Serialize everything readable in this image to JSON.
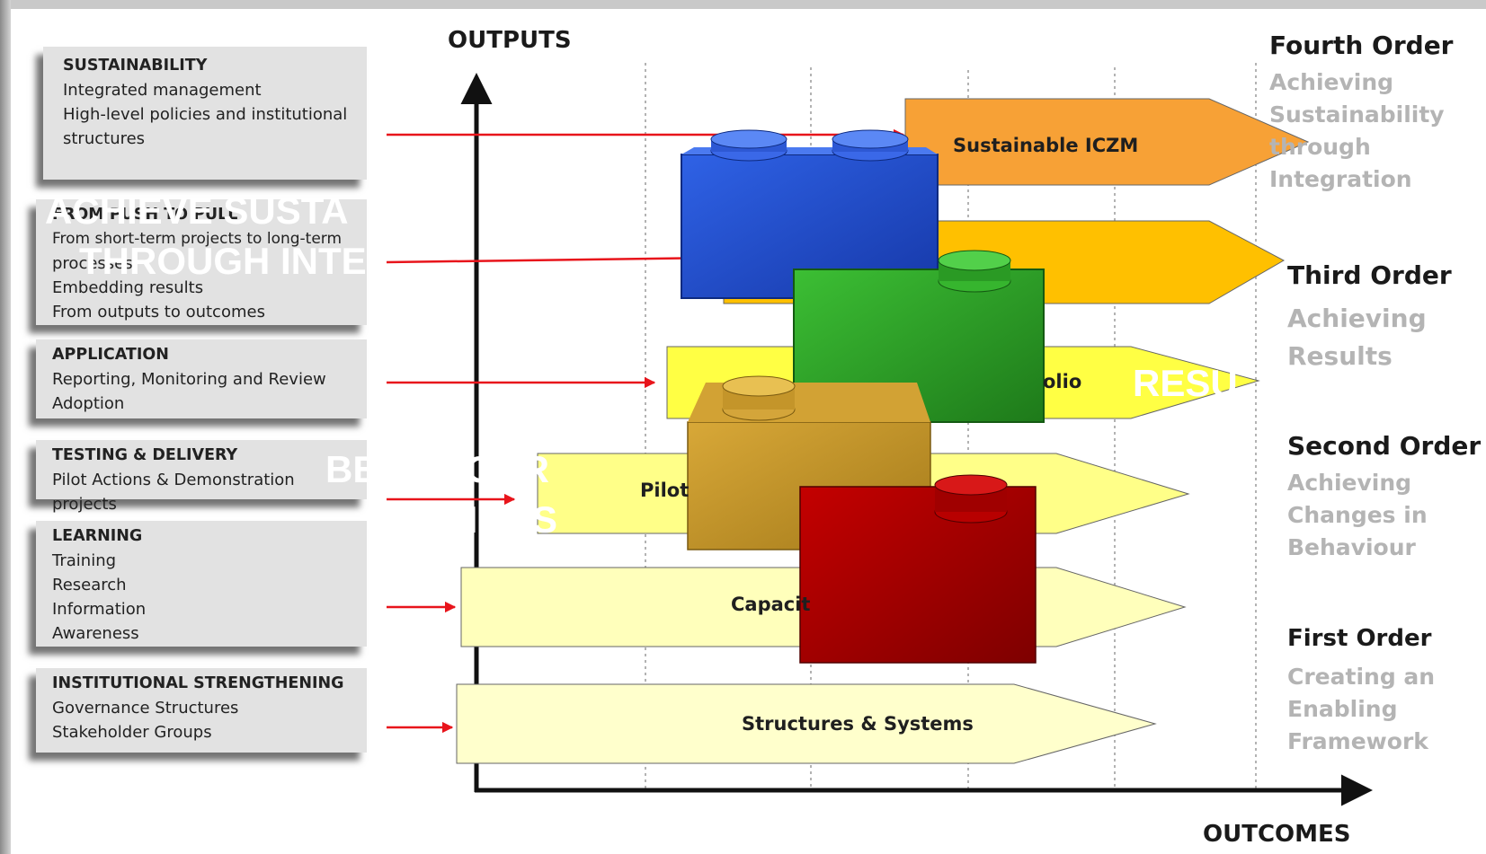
{
  "left_boxes": [
    {
      "title": "SUSTAINABILITY",
      "lines": [
        "Integrated management",
        "High-level policies and institutional",
        "structures"
      ]
    },
    {
      "title": "FROM PUSH TO PULL",
      "lines": [
        "From short-term projects to long-term",
        "processes",
        "Embedding results",
        "From outputs to outcomes"
      ]
    },
    {
      "title": "APPLICATION",
      "lines": [
        "Reporting, Monitoring and Review",
        "Adoption"
      ]
    },
    {
      "title": "TESTING  & DELIVERY",
      "lines": [
        "Pilot Actions & Demonstration projects"
      ]
    },
    {
      "title": "LEARNING",
      "lines": [
        "Training",
        "Research",
        "Information",
        "Awareness"
      ]
    },
    {
      "title": "INSTITUTIONAL STRENGTHENING",
      "lines": [
        "Governance Structures",
        "Stakeholder Groups"
      ]
    }
  ],
  "axes": {
    "y_label": "OUTPUTS",
    "x_label": "OUTCOMES"
  },
  "arrows": [
    {
      "label": "Sustainable ICZM",
      "color": "#f7a136"
    },
    {
      "label": "olio",
      "color": "#ffff44"
    },
    {
      "label": "Pilot",
      "color": "#ffff88"
    },
    {
      "label": "Capacit",
      "color": "#ffffbb"
    },
    {
      "label": "Structures & Systems",
      "color": "#ffffcc"
    }
  ],
  "orders": [
    {
      "title": "Fourth Order",
      "subtitle": [
        "Achieving",
        "Sustainability",
        "through",
        "Integration"
      ]
    },
    {
      "title": "Third Order",
      "subtitle": [
        "Achieving",
        "Results"
      ]
    },
    {
      "title": "Second Order",
      "subtitle": [
        "Achieving",
        "Changes in",
        "Behaviour"
      ]
    },
    {
      "title": "First Order",
      "subtitle": [
        "Creating an",
        "Enabling",
        "Framework"
      ]
    }
  ],
  "overlay_text": {
    "line1": "ACHIEVE SUSTA",
    "line2": "THROUGH INTE",
    "results": "RESU",
    "behaviour": "BEHAVIOUR",
    "changes": "CHANGES"
  },
  "colors": {
    "brick_blue": "#1f4fd0",
    "brick_green": "#2ea02a",
    "brick_yellow": "#c9982a",
    "brick_red": "#b00000",
    "connector_red": "#e8141b"
  }
}
